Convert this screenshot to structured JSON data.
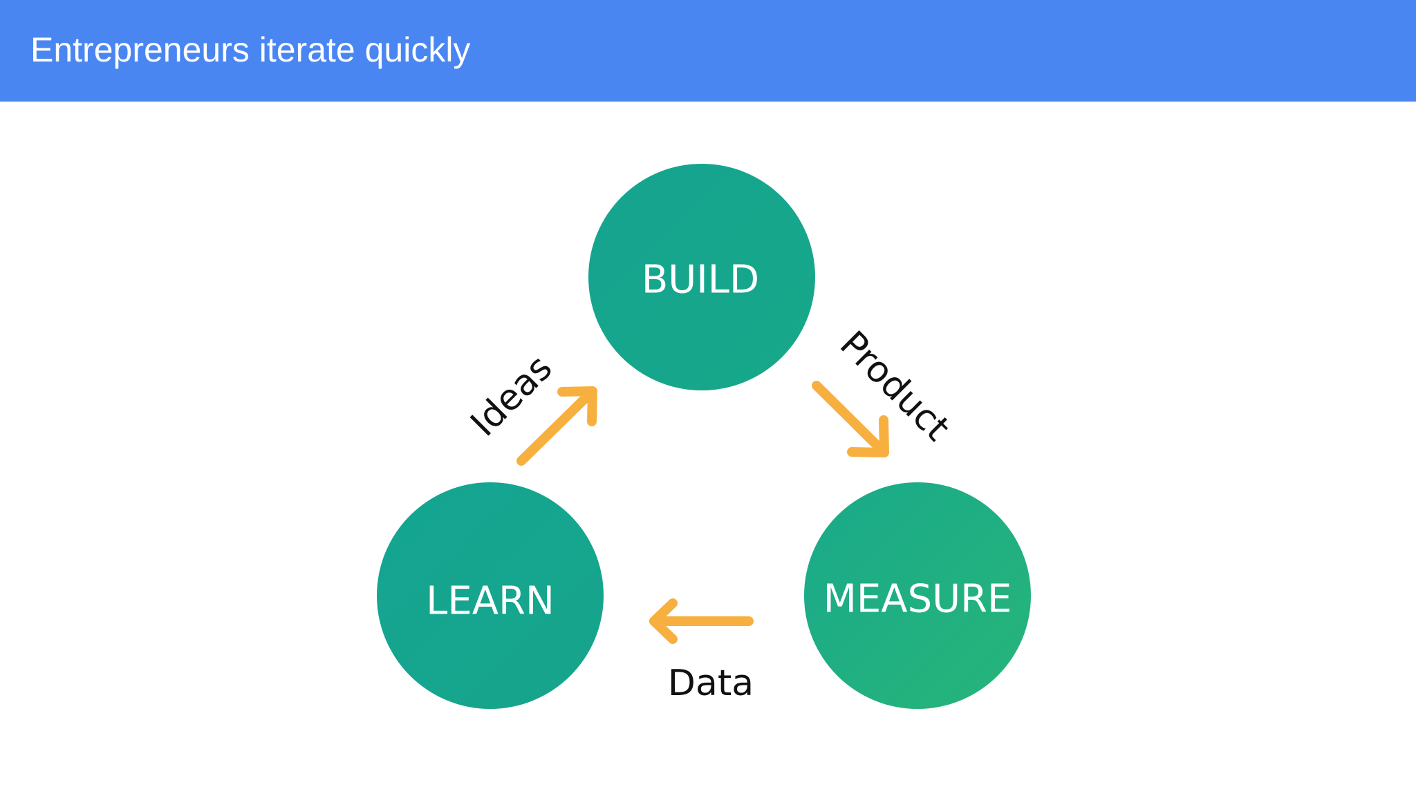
{
  "slide": {
    "title": "Entrepreneurs iterate quickly",
    "header_color": "#4a86f2"
  },
  "diagram": {
    "nodes": [
      {
        "id": "build",
        "label": "BUILD",
        "color": "#17a58e"
      },
      {
        "id": "measure",
        "label": "MEASURE",
        "color": "#20b07f"
      },
      {
        "id": "learn",
        "label": "LEARN",
        "color": "#15a590"
      }
    ],
    "edges": [
      {
        "from": "build",
        "to": "measure",
        "label": "Product"
      },
      {
        "from": "measure",
        "to": "learn",
        "label": "Data"
      },
      {
        "from": "learn",
        "to": "build",
        "label": "Ideas"
      }
    ],
    "arrow_color": "#f7b040"
  }
}
